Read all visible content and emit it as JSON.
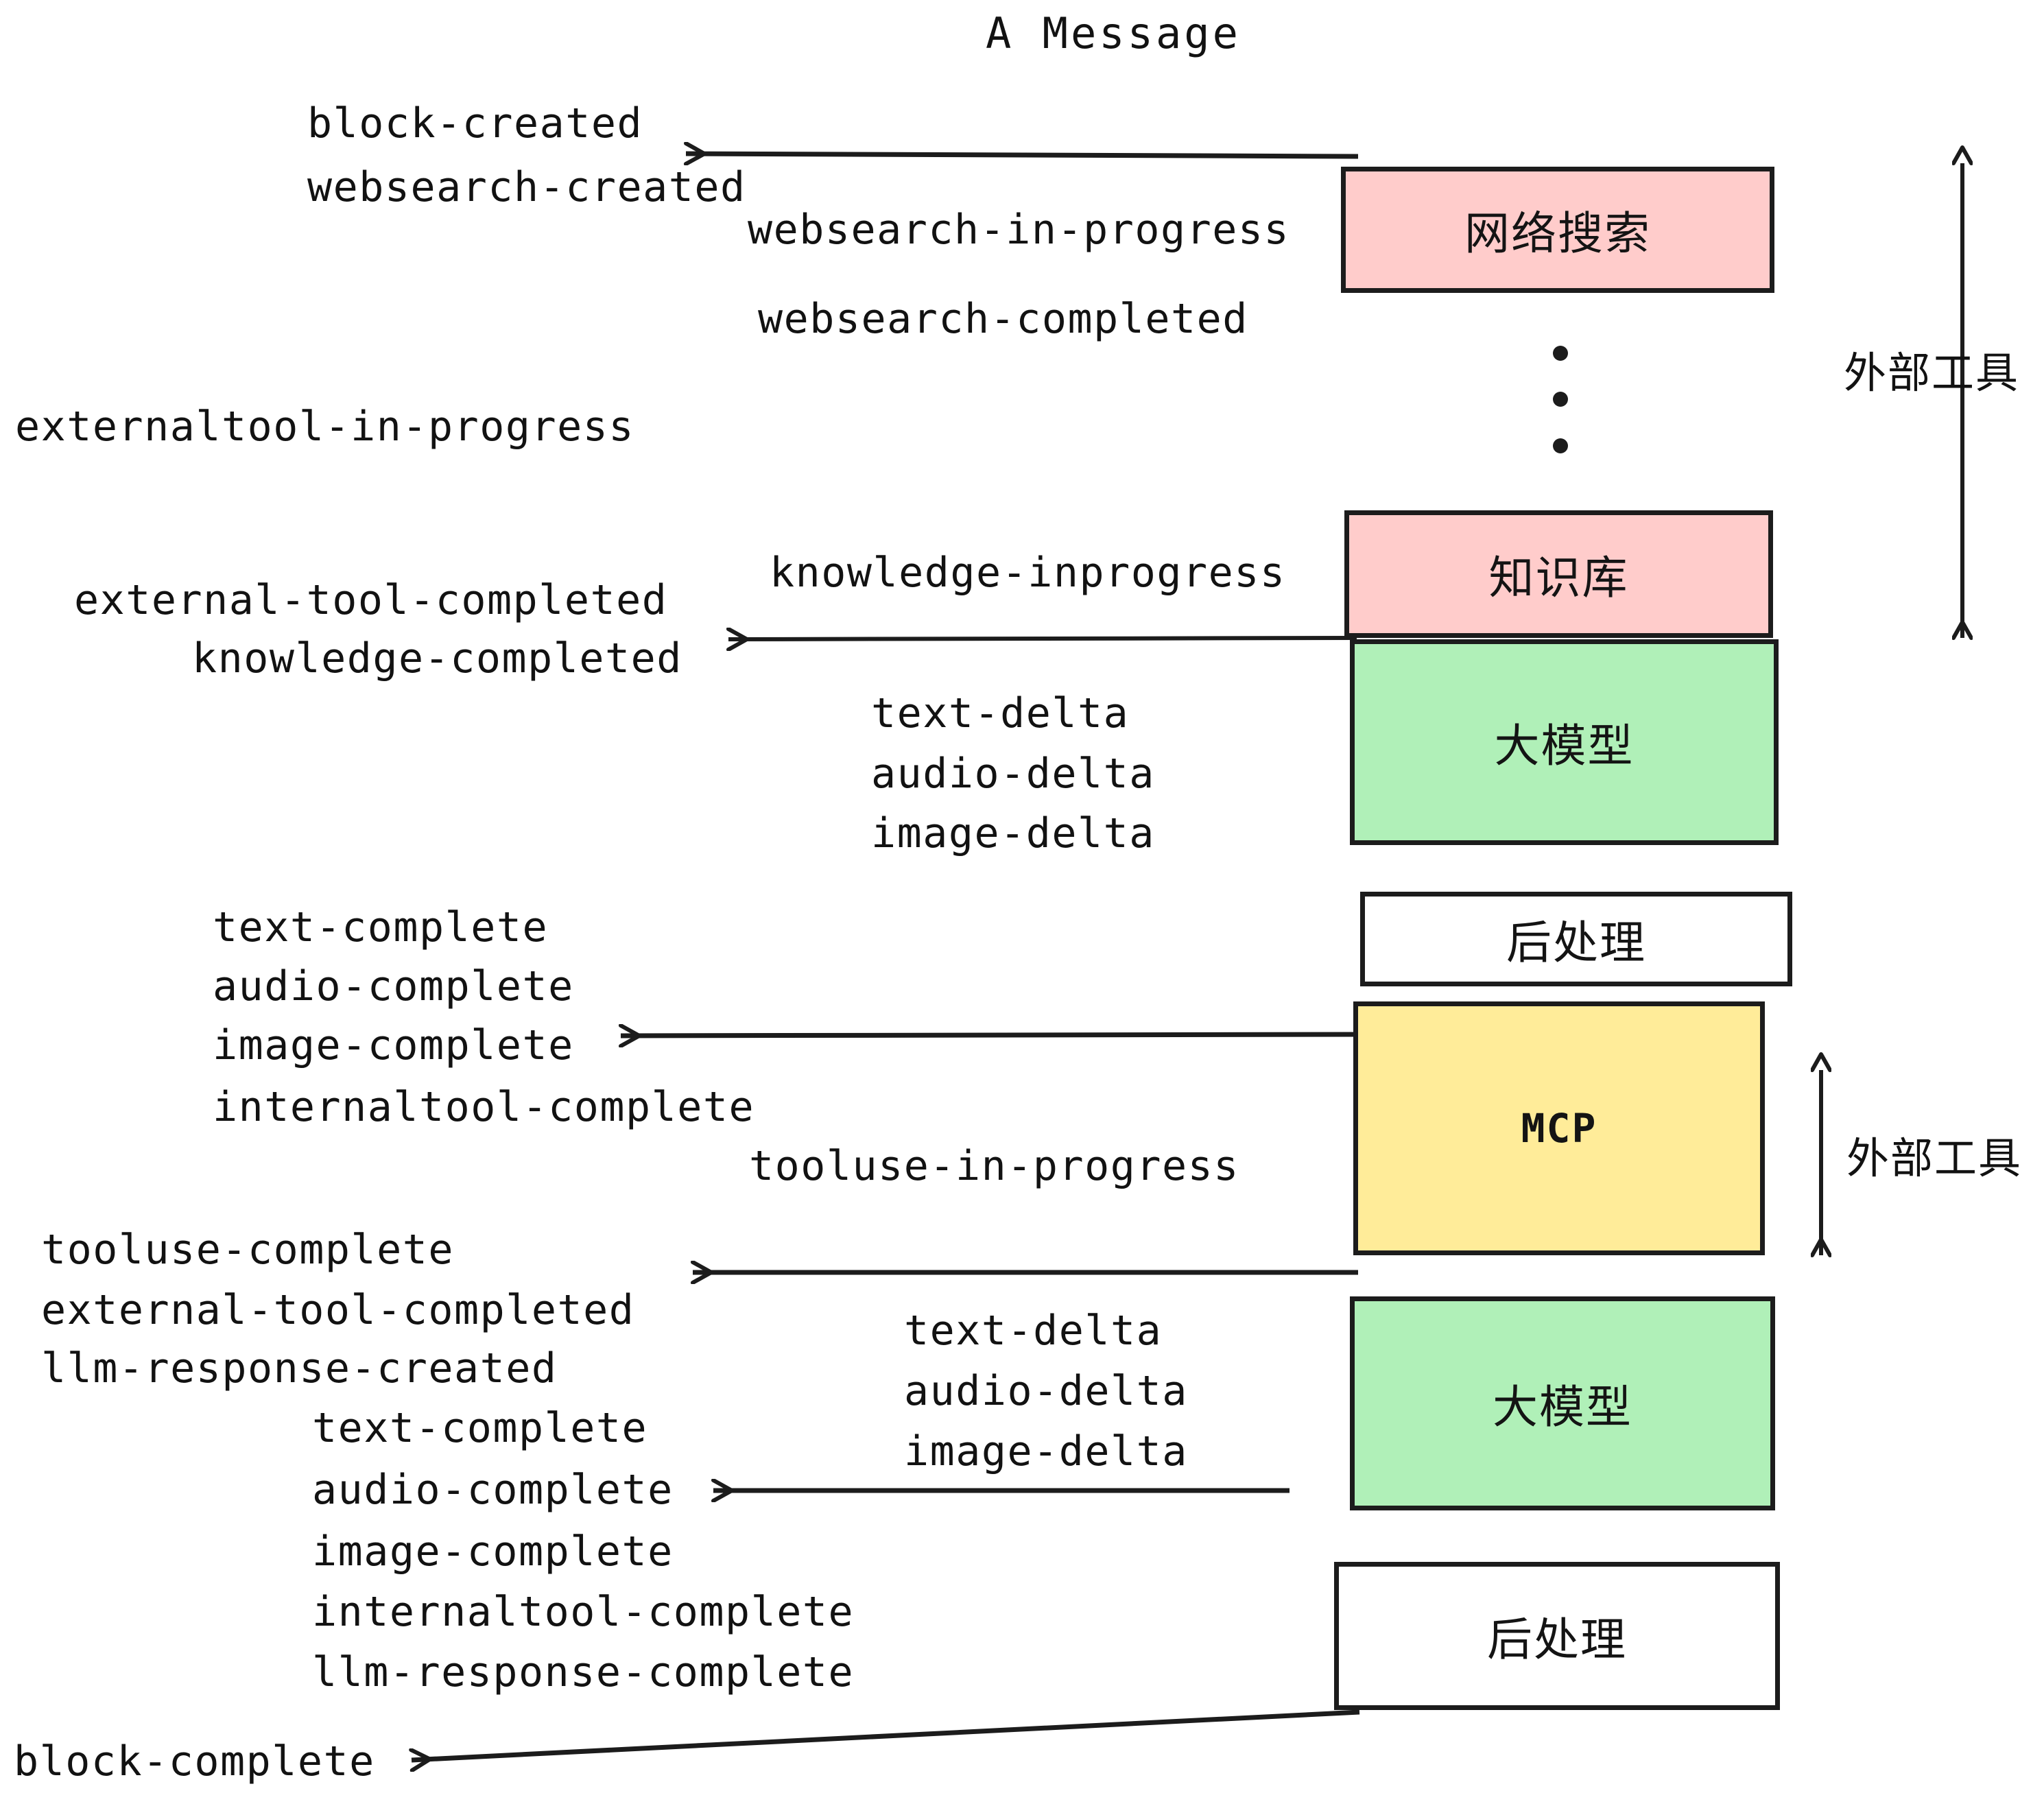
{
  "diagram": {
    "title": "A Message",
    "colors": {
      "websearch_fill": "#FFCCCB",
      "knowledge_fill": "#FFCCCB",
      "llm_fill": "#B0F0B8",
      "postprocess_fill": "#FFFFFF",
      "mcp_fill": "#FFEC99",
      "stroke": "#1C1C1C",
      "text": "#121212",
      "background": "#FFFFFF"
    },
    "nodes": [
      {
        "id": "websearch",
        "label": "网络搜索",
        "fill": "#FFCCCB"
      },
      {
        "id": "knowledge",
        "label": "知识库",
        "fill": "#FFCCCB"
      },
      {
        "id": "llm1",
        "label": "大模型",
        "fill": "#B0F0B8"
      },
      {
        "id": "postprocess1",
        "label": "后处理",
        "fill": "#FFFFFF"
      },
      {
        "id": "mcp",
        "label": "MCP",
        "fill": "#FFEC99"
      },
      {
        "id": "llm2",
        "label": "大模型",
        "fill": "#B0F0B8"
      },
      {
        "id": "postprocess2",
        "label": "后处理",
        "fill": "#FFFFFF"
      }
    ],
    "group_labels": [
      {
        "id": "external-tools-top",
        "label": "外部工具"
      },
      {
        "id": "external-tools-bottom",
        "label": "外部工具"
      }
    ],
    "events": [
      {
        "id": "e01",
        "text": "block-created"
      },
      {
        "id": "e02",
        "text": "websearch-created"
      },
      {
        "id": "e03",
        "text": "websearch-in-progress"
      },
      {
        "id": "e04",
        "text": "websearch-completed"
      },
      {
        "id": "e05",
        "text": "externaltool-in-progress"
      },
      {
        "id": "e06",
        "text": "knowledge-inprogress"
      },
      {
        "id": "e07",
        "text": "external-tool-completed"
      },
      {
        "id": "e08",
        "text": "knowledge-completed"
      },
      {
        "id": "e09",
        "text": "text-delta"
      },
      {
        "id": "e10",
        "text": "audio-delta"
      },
      {
        "id": "e11",
        "text": "image-delta"
      },
      {
        "id": "e12",
        "text": "text-complete"
      },
      {
        "id": "e13",
        "text": "audio-complete"
      },
      {
        "id": "e14",
        "text": "image-complete"
      },
      {
        "id": "e15",
        "text": "internaltool-complete"
      },
      {
        "id": "e16",
        "text": "tooluse-in-progress"
      },
      {
        "id": "e17",
        "text": "tooluse-complete"
      },
      {
        "id": "e18",
        "text": "external-tool-completed"
      },
      {
        "id": "e19",
        "text": "llm-response-created"
      },
      {
        "id": "e20",
        "text": "text-delta"
      },
      {
        "id": "e21",
        "text": "audio-delta"
      },
      {
        "id": "e22",
        "text": "image-delta"
      },
      {
        "id": "e23",
        "text": "text-complete"
      },
      {
        "id": "e24",
        "text": "audio-complete"
      },
      {
        "id": "e25",
        "text": "image-complete"
      },
      {
        "id": "e26",
        "text": "internaltool-complete"
      },
      {
        "id": "e27",
        "text": "llm-response-complete"
      },
      {
        "id": "e28",
        "text": "block-complete"
      }
    ]
  }
}
